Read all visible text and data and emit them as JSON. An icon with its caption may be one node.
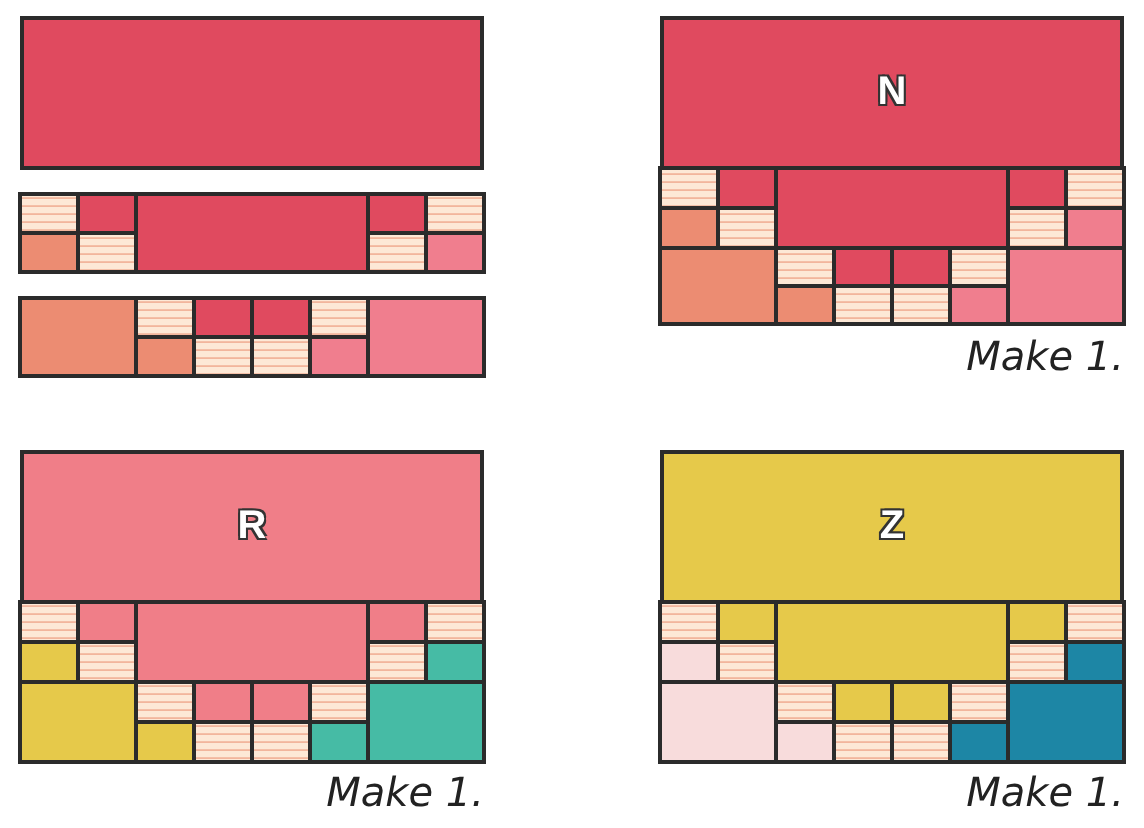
{
  "diagram": {
    "nodes": [
      {
        "text": [],
        "shape": "box"
      },
      {
        "text": [
          "N"
        ]
      },
      {
        "text": [
          "R"
        ]
      },
      {
        "text": [
          "Z"
        ]
      }
    ],
    "labels": [
      "Make 1.",
      "Make 1.",
      "Make 1."
    ]
  }
}
